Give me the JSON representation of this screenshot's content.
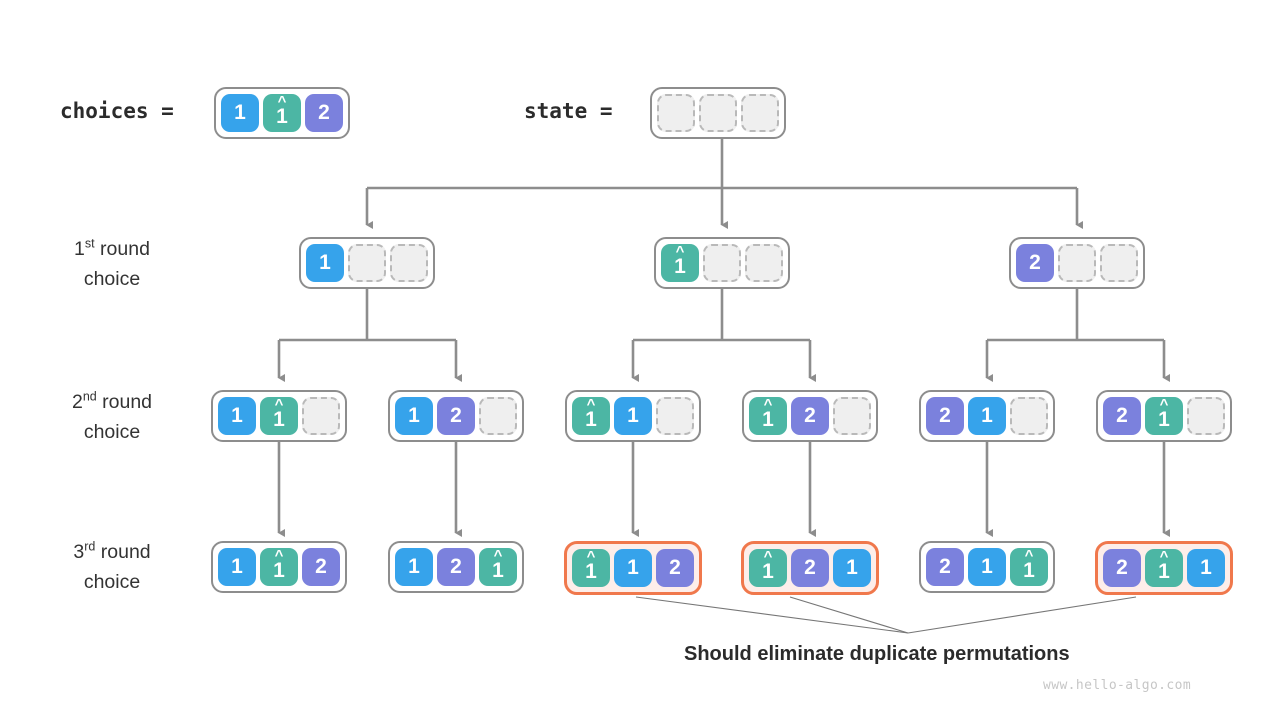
{
  "header": {
    "choices_label": "choices =",
    "state_label": "state =",
    "choices_cells": [
      "1",
      "1h",
      "2"
    ],
    "state_cells": [
      "",
      "",
      ""
    ]
  },
  "row_labels": [
    {
      "ordinal": "1",
      "suffix": "st",
      "word": "round",
      "line2": "choice"
    },
    {
      "ordinal": "2",
      "suffix": "nd",
      "word": "round",
      "line2": "choice"
    },
    {
      "ordinal": "3",
      "suffix": "rd",
      "word": "round",
      "line2": "choice"
    }
  ],
  "levels": [
    {
      "name": "first-round",
      "nodes": [
        {
          "cells": [
            "1",
            "",
            ""
          ],
          "highlight": false
        },
        {
          "cells": [
            "1h",
            "",
            ""
          ],
          "highlight": false
        },
        {
          "cells": [
            "2",
            "",
            ""
          ],
          "highlight": false
        }
      ]
    },
    {
      "name": "second-round",
      "nodes": [
        {
          "cells": [
            "1",
            "1h",
            ""
          ],
          "highlight": false
        },
        {
          "cells": [
            "1",
            "2",
            ""
          ],
          "highlight": false
        },
        {
          "cells": [
            "1h",
            "1",
            ""
          ],
          "highlight": false
        },
        {
          "cells": [
            "1h",
            "2",
            ""
          ],
          "highlight": false
        },
        {
          "cells": [
            "2",
            "1",
            ""
          ],
          "highlight": false
        },
        {
          "cells": [
            "2",
            "1h",
            ""
          ],
          "highlight": false
        }
      ]
    },
    {
      "name": "third-round",
      "nodes": [
        {
          "cells": [
            "1",
            "1h",
            "2"
          ],
          "highlight": false
        },
        {
          "cells": [
            "1",
            "2",
            "1h"
          ],
          "highlight": false
        },
        {
          "cells": [
            "1h",
            "1",
            "2"
          ],
          "highlight": true
        },
        {
          "cells": [
            "1h",
            "2",
            "1"
          ],
          "highlight": true
        },
        {
          "cells": [
            "2",
            "1",
            "1h"
          ],
          "highlight": false
        },
        {
          "cells": [
            "2",
            "1h",
            "1"
          ],
          "highlight": true
        }
      ]
    }
  ],
  "annotation": {
    "caption": "Should eliminate duplicate permutations"
  },
  "watermark": "www.hello-algo.com",
  "colors": {
    "blue": "#36a3eb",
    "teal": "#4cb6a4",
    "purple": "#7b81dd",
    "highlight_border": "#f0784c",
    "highlight_fill": "#fdeeea",
    "box_border": "#8d8d8d",
    "empty_fill": "#efefef",
    "empty_border": "#b9b9b9",
    "connector": "#8d8d8d",
    "leader": "#777777",
    "text": "#2b2b2b",
    "watermark": "#c6c6c6"
  }
}
